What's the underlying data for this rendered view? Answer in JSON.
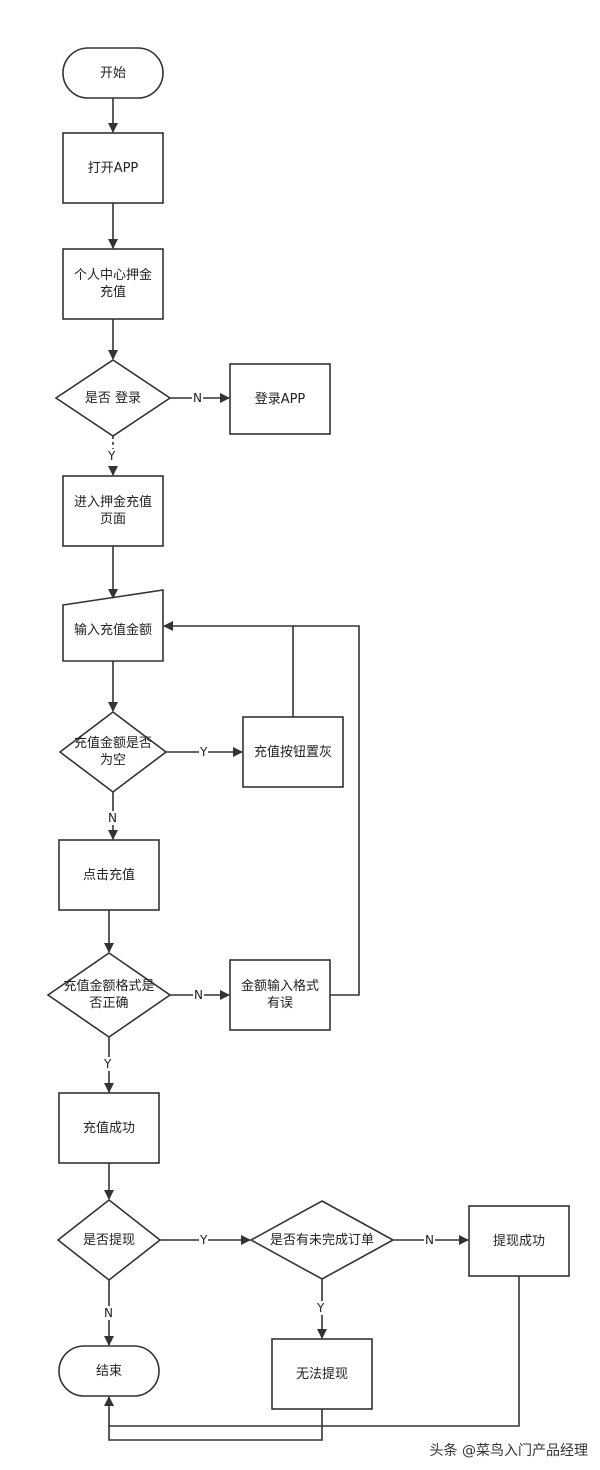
{
  "nodes": {
    "start": "开始",
    "open_app": "打开APP",
    "deposit_center": "个人中心押金\n充值",
    "is_logged_in": "是否 登录",
    "login_app": "登录APP",
    "enter_deposit_page": "进入押金充值\n页面",
    "input_amount": "输入充值金额",
    "amount_empty": "充值金额是否\n为空",
    "button_grey": "充值按钮置灰",
    "click_recharge": "点击充值",
    "format_correct": "充值金额格式是\n否正确",
    "format_error": "金额输入格式\n有误",
    "recharge_success": "充值成功",
    "is_withdraw": "是否提现",
    "unfinished_order": "是否有未完成订单",
    "withdraw_success": "提现成功",
    "cannot_withdraw": "无法提现",
    "end": "结束"
  },
  "edge_labels": {
    "login_no": "N",
    "login_yes": "Y",
    "empty_yes": "Y",
    "empty_no": "N",
    "format_no": "N",
    "format_yes": "Y",
    "withdraw_yes": "Y",
    "withdraw_no": "N",
    "order_no": "N",
    "order_yes": "Y"
  },
  "watermark": "头条 @菜鸟入门产品经理"
}
